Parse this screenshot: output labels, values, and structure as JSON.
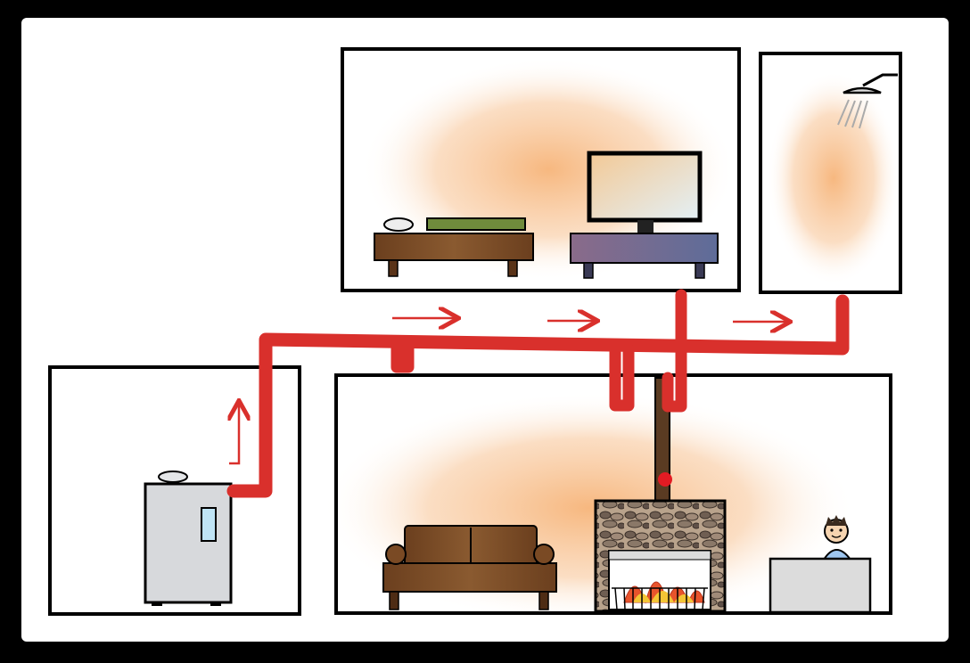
{
  "diagram": {
    "rooms": [
      {
        "name": "boiler-room"
      },
      {
        "name": "bedroom"
      },
      {
        "name": "bathroom"
      },
      {
        "name": "living-room"
      }
    ],
    "flow_direction_arrows": 4,
    "heat_glow_regions": 3
  },
  "colors": {
    "frame": "#000000",
    "background": "#ffffff",
    "pipe": "#d9302c",
    "arrow": "#d9302c",
    "heat_glow": "#f4a055",
    "wood": "#7a4a24",
    "boiler": "#d7d9dc",
    "screen": "#eaf2f6",
    "stone": "#8f7e6c",
    "fire": "#e8542c"
  },
  "icons": [
    "boiler-icon",
    "bed-icon",
    "tv-icon",
    "shower-head-icon",
    "sofa-icon",
    "fireplace-icon",
    "person-icon",
    "desk-icon",
    "flow-arrow-icon"
  ]
}
